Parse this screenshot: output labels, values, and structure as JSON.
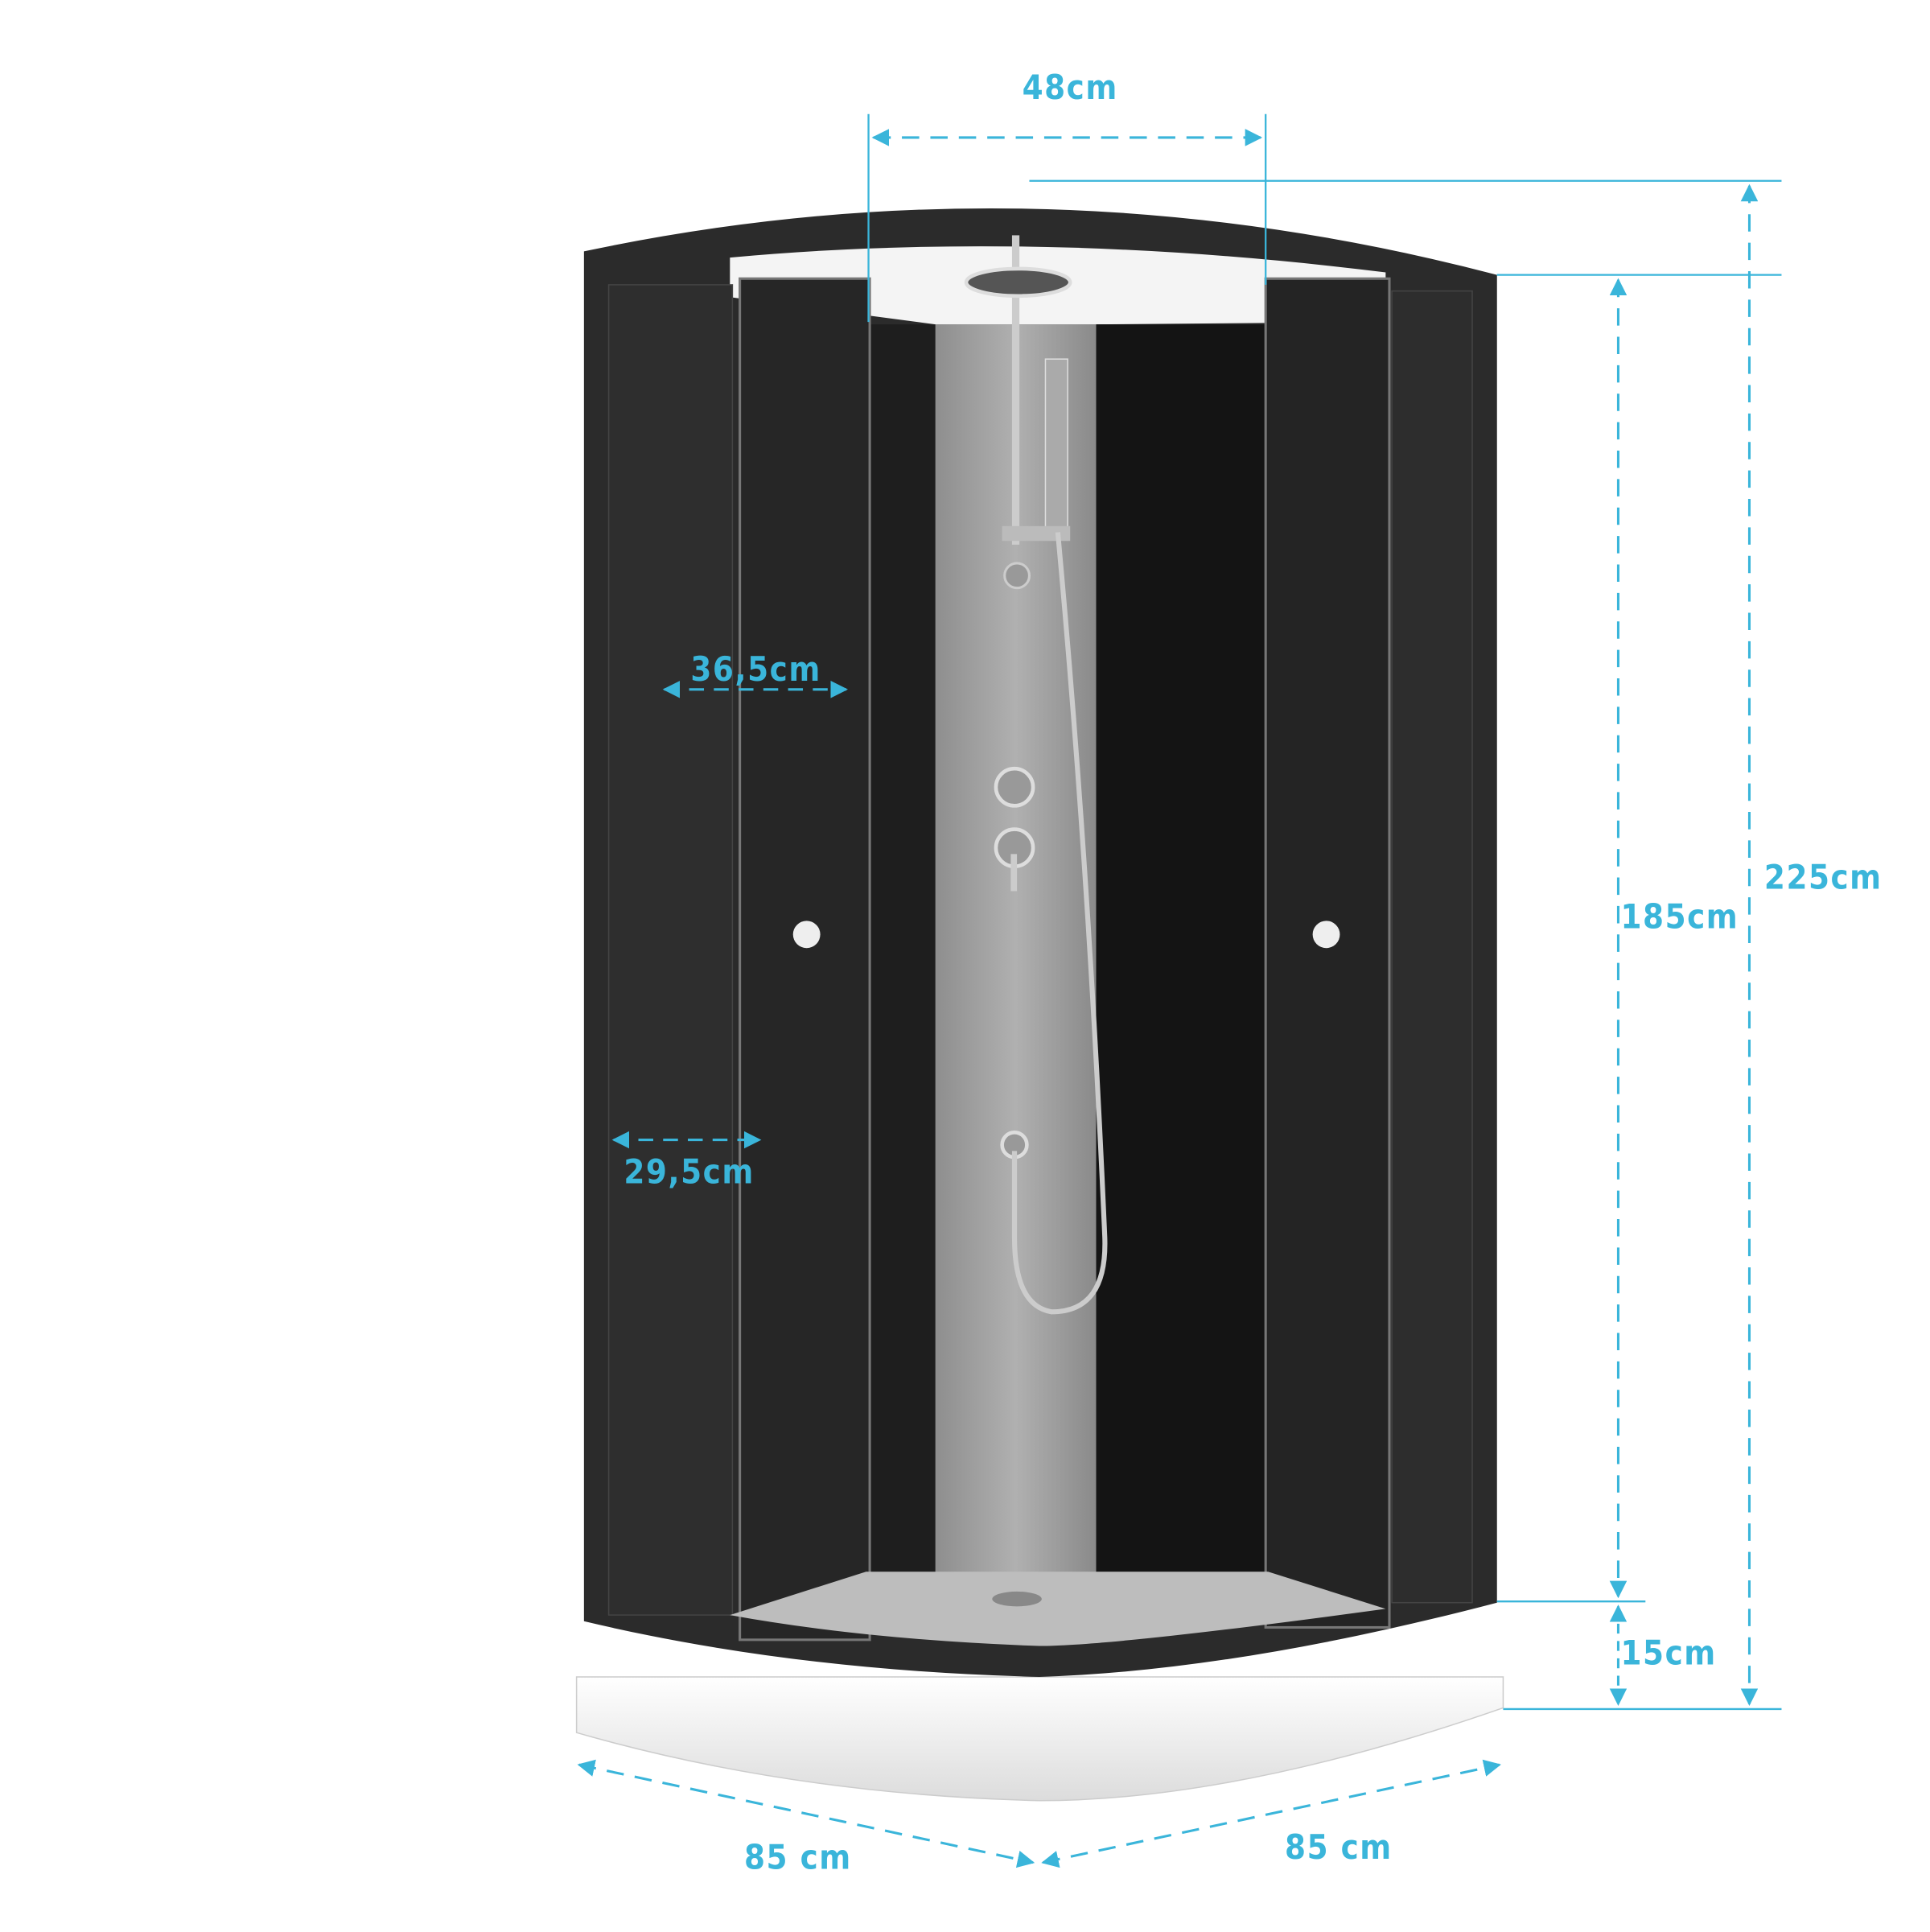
{
  "colors": {
    "dimension": "#3ab5da",
    "frame": "#2b2b2b",
    "glass": "#252525",
    "back_wall": "#a9a9a9",
    "tray": "#f2f2f2"
  },
  "dimensions": {
    "top_opening": "48cm",
    "door_width": "36,5cm",
    "side_panel": "29,5cm",
    "glass_height": "185cm",
    "total_height": "225cm",
    "tray_height": "15cm",
    "depth_left": "85 cm",
    "depth_right": "85 cm"
  }
}
